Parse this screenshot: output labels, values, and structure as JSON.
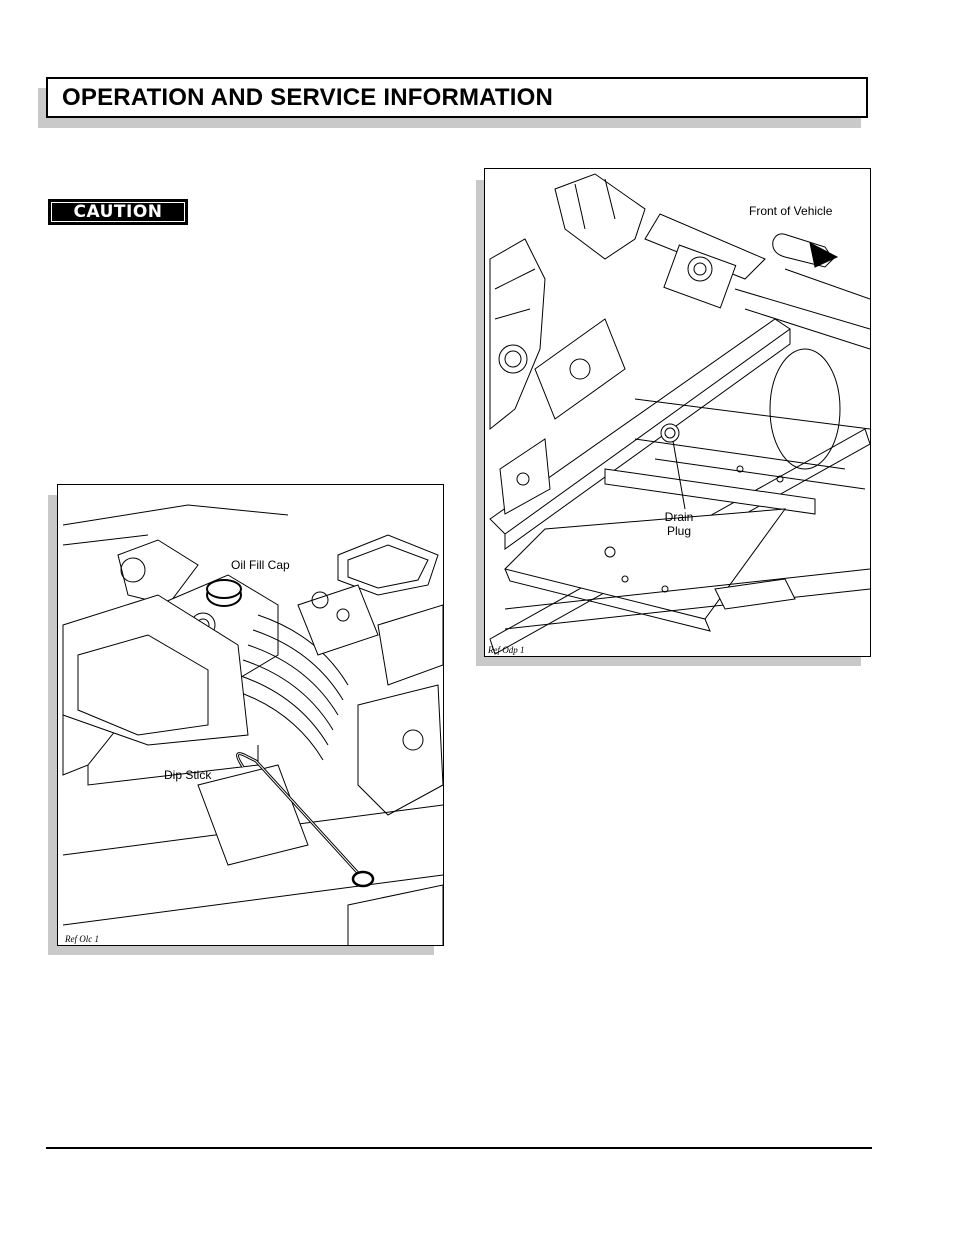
{
  "header": {
    "title": "OPERATION AND SERVICE INFORMATION"
  },
  "caution": {
    "label": "CAUTION"
  },
  "figure_oil": {
    "callouts": {
      "oil_fill_cap": "Oil Fill Cap",
      "dip_stick": "Dip Stick"
    },
    "ref": "Ref Olc 1"
  },
  "figure_drain": {
    "callouts": {
      "front_of_vehicle": "Front of Vehicle",
      "drain_line1": "Drain",
      "drain_line2": "Plug"
    },
    "ref": "Ref Odp 1"
  }
}
